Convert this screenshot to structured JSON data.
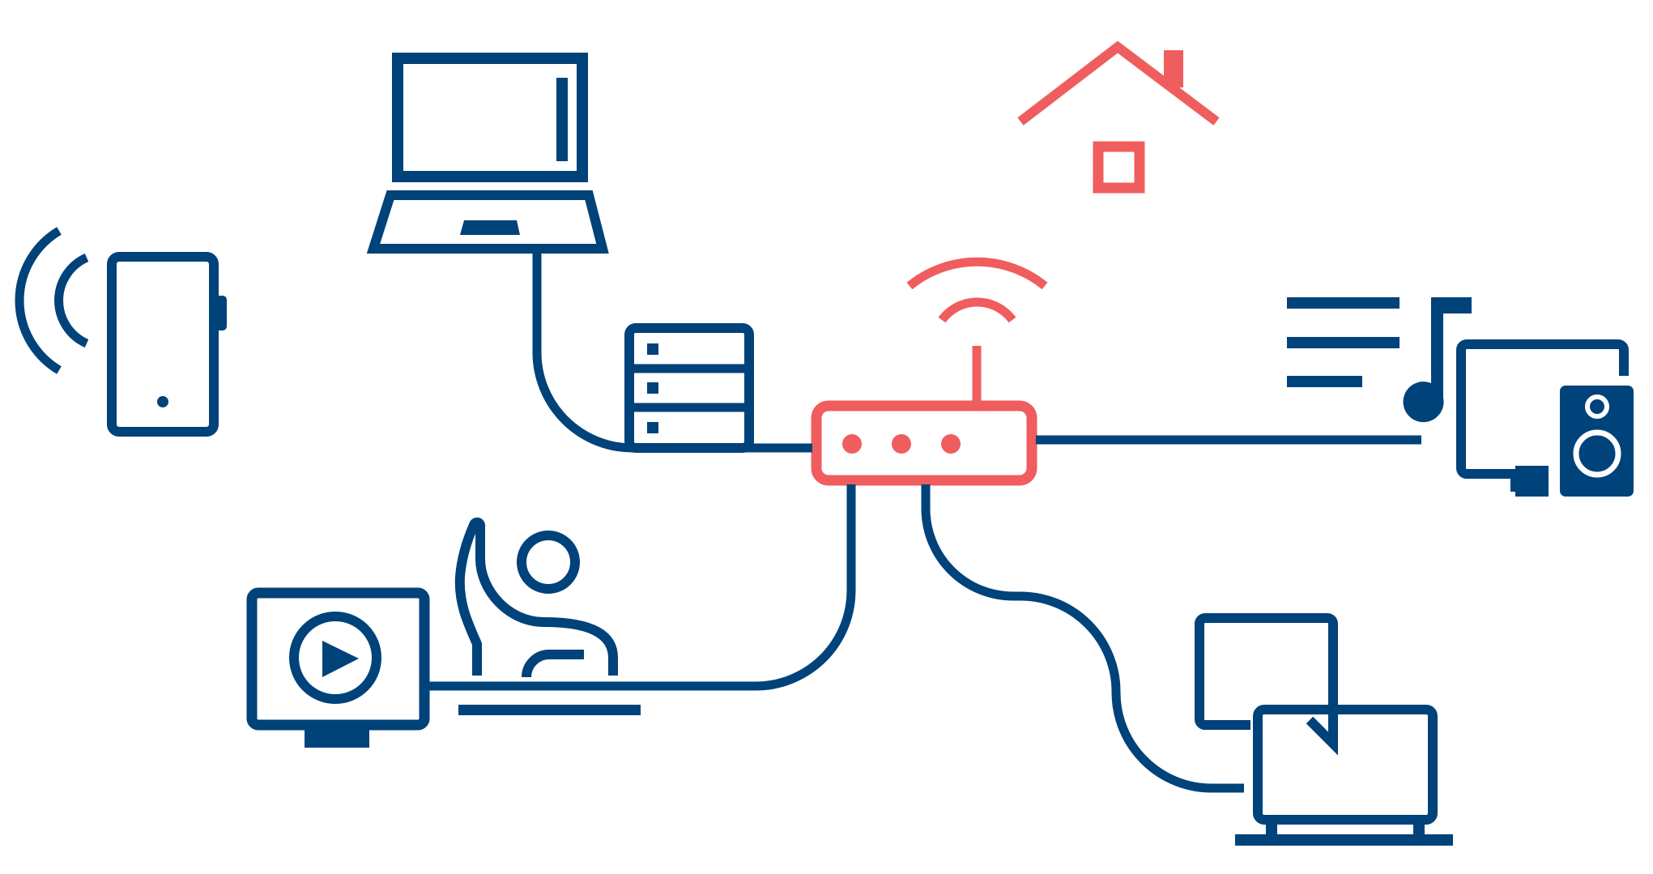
{
  "colors": {
    "primary": "#00427A",
    "accent": "#F05D5E",
    "background": "#FFFFFF"
  },
  "diagram": {
    "type": "home-network-illustration",
    "hub": {
      "icon": "router-icon",
      "indicator_lights": 3,
      "signal_arcs": 2
    },
    "decorations": [
      {
        "icon": "house-icon",
        "color": "accent"
      },
      {
        "icon": "wifi-signal-icon",
        "color": "accent"
      }
    ],
    "devices": [
      {
        "icon": "mobile-phone-icon",
        "connection": "wireless"
      },
      {
        "icon": "laptop-icon",
        "connection": "wired"
      },
      {
        "icon": "server-stack-icon",
        "connection": "wired"
      },
      {
        "icon": "smart-tv-icon",
        "connection": "wired"
      },
      {
        "icon": "gamer-icon",
        "connection": "wired"
      },
      {
        "icon": "speaker-icon",
        "connection": "wired"
      },
      {
        "icon": "music-playlist-icon",
        "connection": "wired"
      },
      {
        "icon": "desktop-computers-icon",
        "connection": "wired"
      }
    ]
  }
}
